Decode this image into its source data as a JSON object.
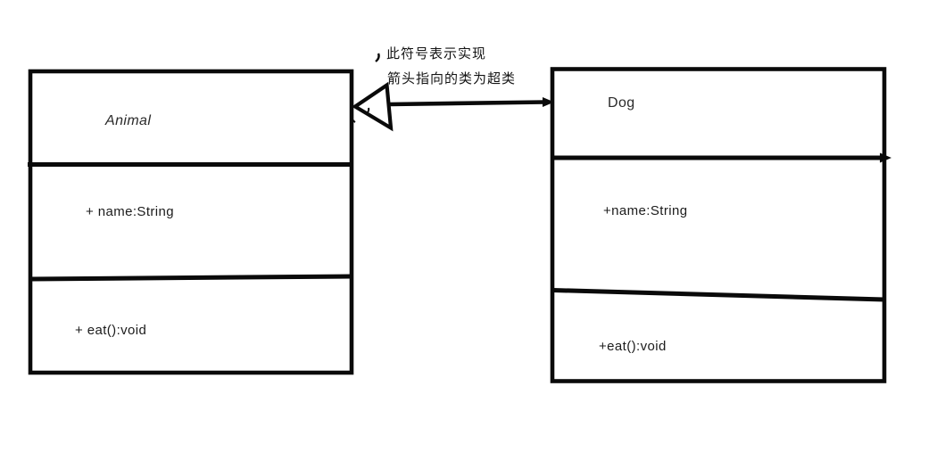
{
  "canvas": {
    "background": "#ffffff",
    "ink": "#0a0a0a"
  },
  "annotation": {
    "line1": "此符号表示实现",
    "line2": "箭头指向的类为超类"
  },
  "classes": {
    "animal": {
      "name": "Animal",
      "attribute": "+ name:String",
      "method": "+ eat():void"
    },
    "dog": {
      "name": "Dog",
      "attribute": "+name:String",
      "method": "+eat():void"
    }
  }
}
